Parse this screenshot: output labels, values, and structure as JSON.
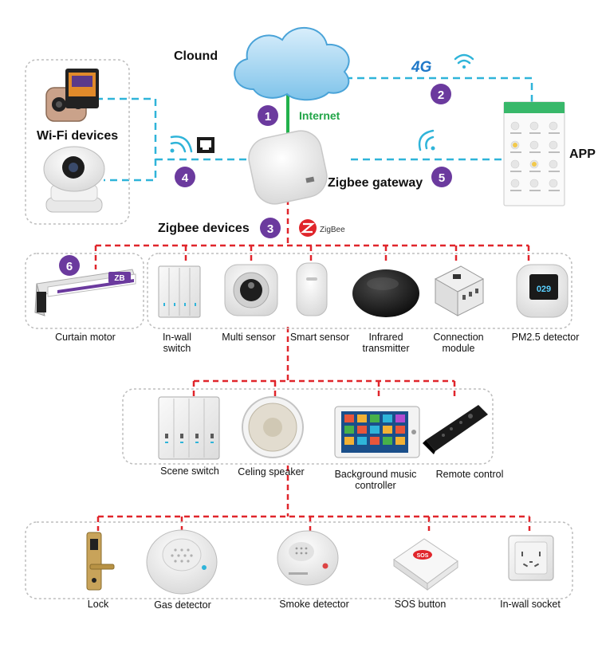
{
  "colors": {
    "red_line": "#e0252b",
    "blue_line": "#2fb4d9",
    "green_line": "#22b14c",
    "badge": "#6b3a9e",
    "box_border": "#c9c9c9"
  },
  "labels": {
    "cloud": "Clound",
    "internet": "Internet",
    "wifi_devices": "Wi-Fi devices",
    "zigbee_gateway": "Zigbee gateway",
    "zigbee_devices": "Zigbee devices",
    "zigbee_logo": "ZigBee",
    "app": "APP",
    "network_4g": "4G",
    "zb_tag": "ZB"
  },
  "badges": [
    "1",
    "2",
    "3",
    "4",
    "5",
    "6"
  ],
  "devices": {
    "curtain_motor": "Curtain motor",
    "inwall_switch_1": "In-wall",
    "inwall_switch_2": "switch",
    "multi_sensor": "Multi sensor",
    "smart_sensor": "Smart sensor",
    "infrared_1": "Infrared",
    "infrared_2": "transmitter",
    "connection_1": "Connection",
    "connection_2": "module",
    "pm25": "PM2.5 detector",
    "scene_switch": "Scene switch",
    "ceiling_speaker": "Celing speaker",
    "bgm_1": "Background music",
    "bgm_2": "controller",
    "remote": "Remote control",
    "lock": "Lock",
    "gas": "Gas detector",
    "smoke": "Smoke detector",
    "sos": "SOS button",
    "socket": "In-wall socket"
  },
  "screens": {
    "pm25_reading": "029",
    "sos_text": "SOS"
  },
  "icons": [
    "cloud-icon",
    "wifi-icon",
    "ethernet-icon",
    "zigbee-logo-icon",
    "4g-icon"
  ]
}
